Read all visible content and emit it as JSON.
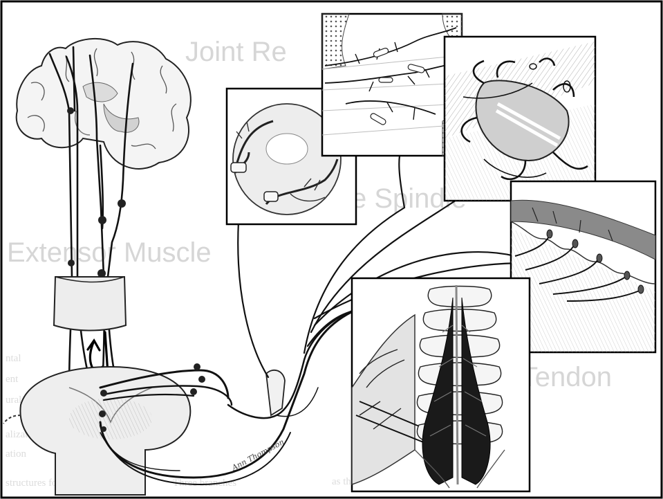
{
  "figure": {
    "style": "monochrome pencil medical illustration",
    "colors": {
      "ink": "#111111",
      "paper": "#ffffff",
      "ghost_text": "#d6d6d6",
      "panel_shade": "#e9e9e9"
    }
  },
  "background_text": {
    "joint_receptor": "Joint Re",
    "spindle": "e Spindle",
    "extensor_muscle": "Extensor Muscle",
    "golgi_tendon": "Golgi Tendon",
    "body_lines": [
      "ntal",
      "ent",
      "ural",
      "alization",
      "ation",
      "structures for",
      "Three branches",
      "as they pass"
    ]
  },
  "signature": "Ann Thompson"
}
